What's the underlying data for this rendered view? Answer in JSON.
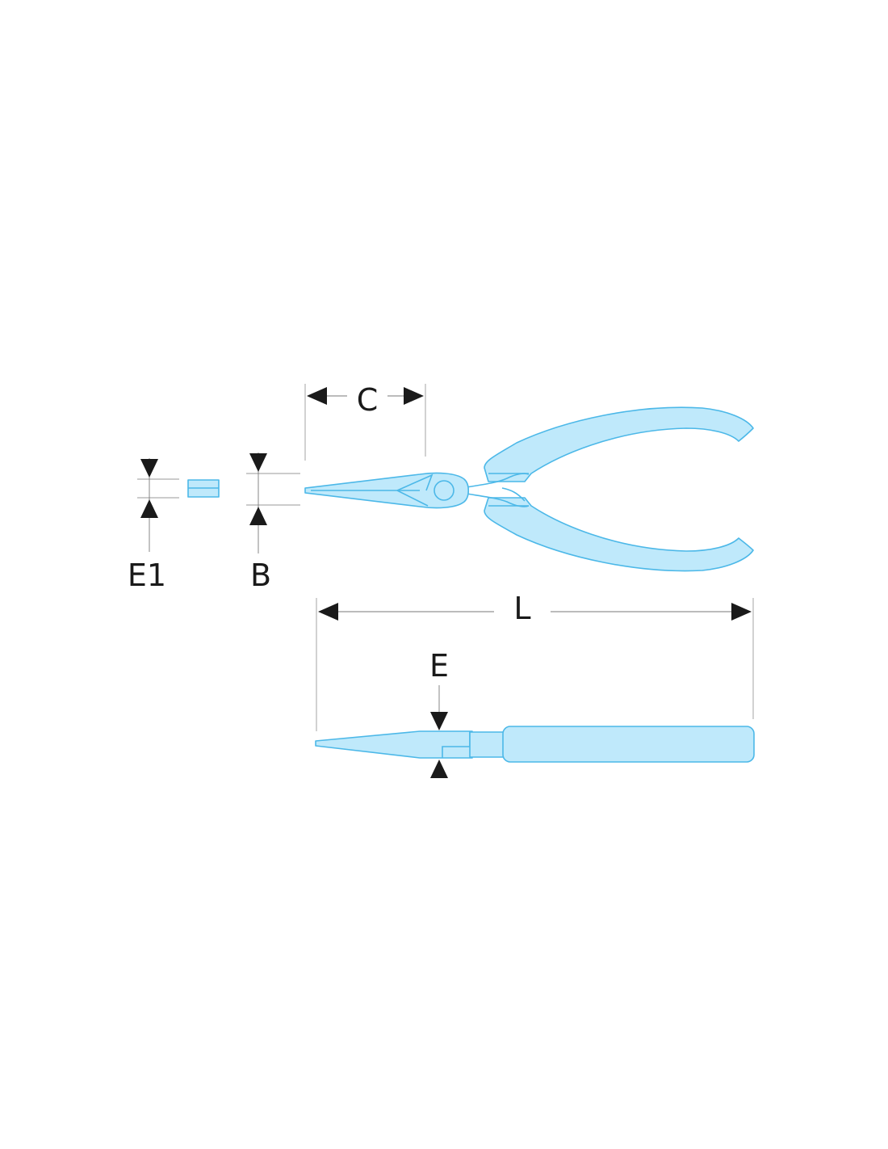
{
  "labels": {
    "c": "C",
    "b": "B",
    "e1": "E1",
    "l": "L",
    "e": "E"
  },
  "colors": {
    "part_fill": "#bfe9fb",
    "part_stroke": "#4cb8e8",
    "arrow": "#1a1a1a"
  }
}
